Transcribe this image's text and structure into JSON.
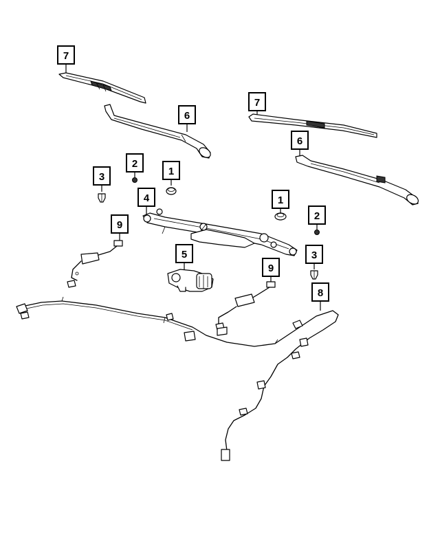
{
  "callouts": [
    {
      "id": "c7a",
      "label": "7"
    },
    {
      "id": "c6a",
      "label": "6"
    },
    {
      "id": "c7b",
      "label": "7"
    },
    {
      "id": "c6b",
      "label": "6"
    },
    {
      "id": "c3a",
      "label": "3"
    },
    {
      "id": "c2a",
      "label": "2"
    },
    {
      "id": "c1a",
      "label": "1"
    },
    {
      "id": "c4",
      "label": "4"
    },
    {
      "id": "c1b",
      "label": "1"
    },
    {
      "id": "c2b",
      "label": "2"
    },
    {
      "id": "c9a",
      "label": "9"
    },
    {
      "id": "c5",
      "label": "5"
    },
    {
      "id": "c3b",
      "label": "3"
    },
    {
      "id": "c9b",
      "label": "9"
    },
    {
      "id": "c8",
      "label": "8"
    }
  ]
}
